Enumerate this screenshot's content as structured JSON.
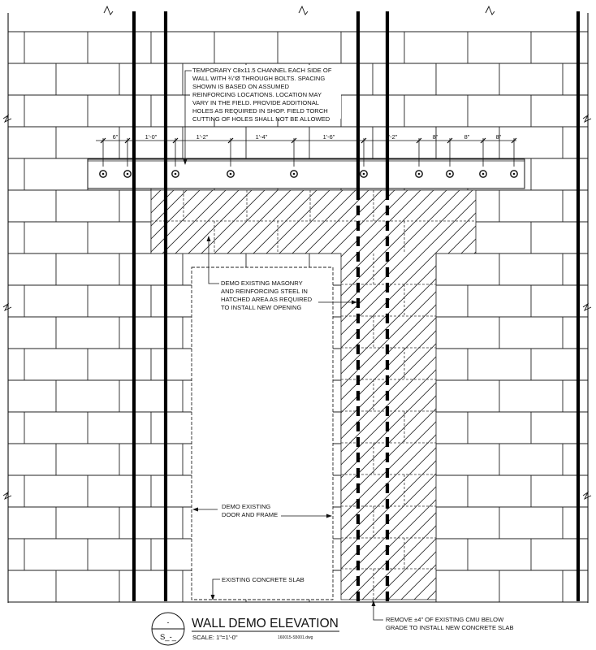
{
  "drawing": {
    "title": "WALL DEMO ELEVATION",
    "scale": "SCALE: 1\"=1'-0\"",
    "file_ref": "160015-S5001.dwg",
    "detail_number": "-",
    "sheet_ref": "S_-_"
  },
  "notes": {
    "channel": [
      "TEMPORARY C8x11.5 CHANNEL EACH SIDE OF",
      "WALL WITH ¾\"Ø THROUGH BOLTS. SPACING",
      "SHOWN IS BASED ON ASSUMED",
      "REINFORCING LOCATIONS.  LOCATION MAY",
      "VARY IN THE FIELD. PROVIDE ADDITIONAL",
      "HOLES AS REQUIRED IN SHOP. FIELD TORCH",
      "CUTTING OF HOLES SHALL NOT BE ALLOWED"
    ],
    "demo_masonry": [
      "DEMO EXISTING MASONRY",
      "AND REINFORCING STEEL IN",
      "HATCHED AREA AS REQUIRED",
      "TO INSTALL NEW OPENING"
    ],
    "demo_door": [
      "DEMO EXISTING",
      "DOOR AND FRAME"
    ],
    "slab": "EXISTING CONCRETE SLAB",
    "remove_cmu": [
      "REMOVE ±4\" OF EXISTING CMU BELOW",
      "GRADE TO INSTALL NEW CONCRETE SLAB"
    ]
  },
  "dimensions": [
    "6\"",
    "1'-0\"",
    "1'-2\"",
    "1'-4\"",
    "1'-6\"",
    "1'-2\"",
    "8\"",
    "8\"",
    "8\""
  ]
}
